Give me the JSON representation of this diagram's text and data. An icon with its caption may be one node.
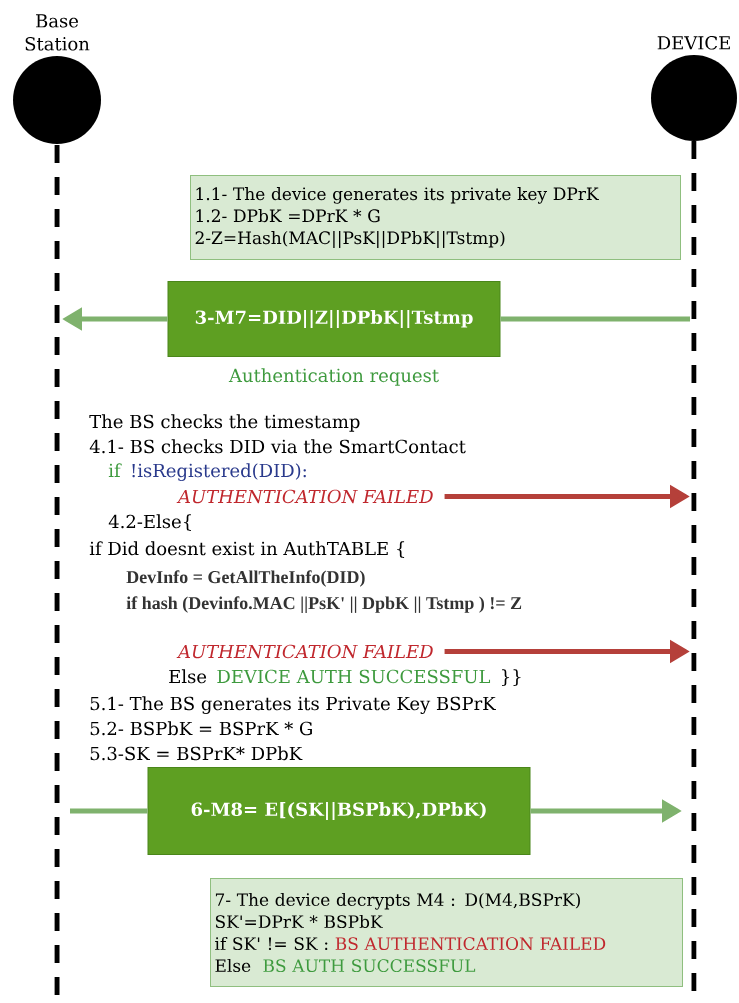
{
  "diagram": {
    "nodes": [
      {
        "text": [
          "Base Station"
        ]
      },
      {
        "text": [
          "DEVICE"
        ]
      },
      {
        "text": [
          "1.1- The device generates its private key DPrK",
          "1.2- DPbK =DPrK * G",
          "2-Z=Hash(MAC||PsK||DPbK||Tstmp)"
        ]
      },
      {
        "text": [
          "3-M7=DID||Z||DPbK||Tstmp"
        ],
        "beside": [
          "Authentication request"
        ]
      },
      {
        "text": [
          "6-M8= E[(SK||BSPbK),DPbK)"
        ]
      },
      {
        "text": [
          "7- The device decrypts M4 : D(M4,BSPrK)",
          "SK'=DPrK * BSPbK",
          "if SK' != SK :",
          "BS AUTHENTICATION FAILED",
          "Else",
          "BS AUTH  SUCCESSFUL"
        ]
      },
      {
        "text": [
          "AUTHENTICATION FAILED"
        ]
      },
      {
        "text": [
          "AUTHENTICATION FAILED"
        ]
      }
    ],
    "edges": [
      {
        "from": null,
        "to": 3,
        "arrow": "none"
      },
      {
        "from": 3,
        "to": null,
        "arrow": "to"
      },
      {
        "from": 6,
        "to": null,
        "arrow": "to",
        "color": "#b5403a"
      },
      {
        "from": 7,
        "to": null,
        "arrow": "to",
        "color": "#b5403a"
      },
      {
        "from": null,
        "to": 4,
        "arrow": "none"
      },
      {
        "from": 4,
        "to": null,
        "arrow": "to"
      }
    ],
    "labels": [
      "The BS checks the timestamp",
      "4.1- BS checks DID via the SmartContact",
      "if",
      "!isRegistered(DID):",
      "4.2-Else{",
      "if Did doesnt exist in AuthTABLE {",
      "DevInfo = GetAllTheInfo(DID)",
      "if hash (Devinfo.MAC ||PsK' || DpbK || Tstmp ) != Z",
      "Else",
      "DEVICE AUTH  SUCCESSFUL",
      "}}",
      "5.1- The BS generates its Private Key BSPrK",
      "5.2- BSPbK = BSPrK * G",
      "5.3-SK = BSPrK* DPbK"
    ]
  }
}
